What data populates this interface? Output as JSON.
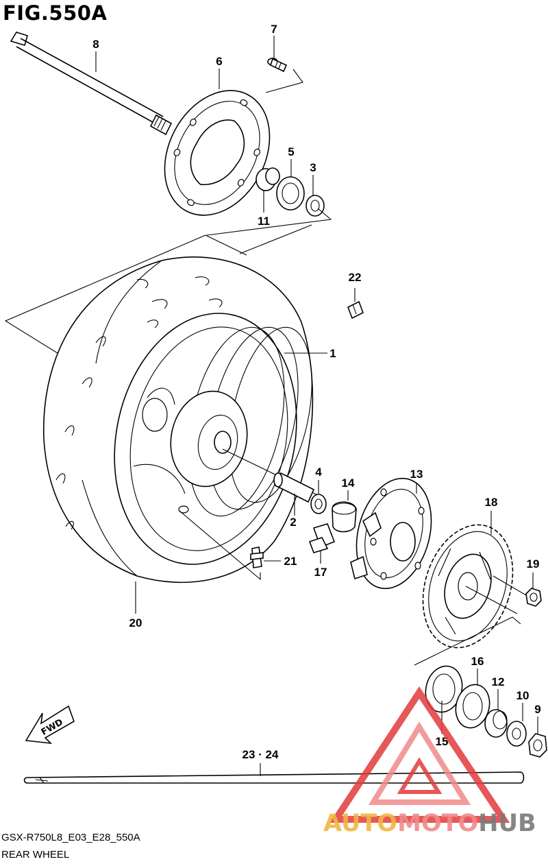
{
  "figure": {
    "title": "FIG.550A",
    "model_code": "GSX-R750L8_E03_E28_550A",
    "section_name": "REAR WHEEL",
    "direction_tag": "FWD"
  },
  "callouts": [
    {
      "id": "c1",
      "label": "1"
    },
    {
      "id": "c2",
      "label": "2"
    },
    {
      "id": "c3",
      "label": "3"
    },
    {
      "id": "c4",
      "label": "4"
    },
    {
      "id": "c5",
      "label": "5"
    },
    {
      "id": "c6",
      "label": "6"
    },
    {
      "id": "c7",
      "label": "7"
    },
    {
      "id": "c8",
      "label": "8"
    },
    {
      "id": "c9",
      "label": "9"
    },
    {
      "id": "c10",
      "label": "10"
    },
    {
      "id": "c11",
      "label": "11"
    },
    {
      "id": "c12",
      "label": "12"
    },
    {
      "id": "c13",
      "label": "13"
    },
    {
      "id": "c14",
      "label": "14"
    },
    {
      "id": "c15",
      "label": "15"
    },
    {
      "id": "c16",
      "label": "16"
    },
    {
      "id": "c17",
      "label": "17"
    },
    {
      "id": "c18",
      "label": "18"
    },
    {
      "id": "c19",
      "label": "19"
    },
    {
      "id": "c20",
      "label": "20"
    },
    {
      "id": "c21",
      "label": "21"
    },
    {
      "id": "c22",
      "label": "22"
    },
    {
      "id": "c23",
      "label": "23 · 24"
    }
  ],
  "watermark": {
    "part1": "AUTO",
    "part2": "MOTO",
    "part3": "HUB",
    "color_gold": "#F2B544",
    "color_pink": "#F08A8A",
    "color_red": "#E23B3B",
    "color_gray": "#7A7A7A"
  }
}
